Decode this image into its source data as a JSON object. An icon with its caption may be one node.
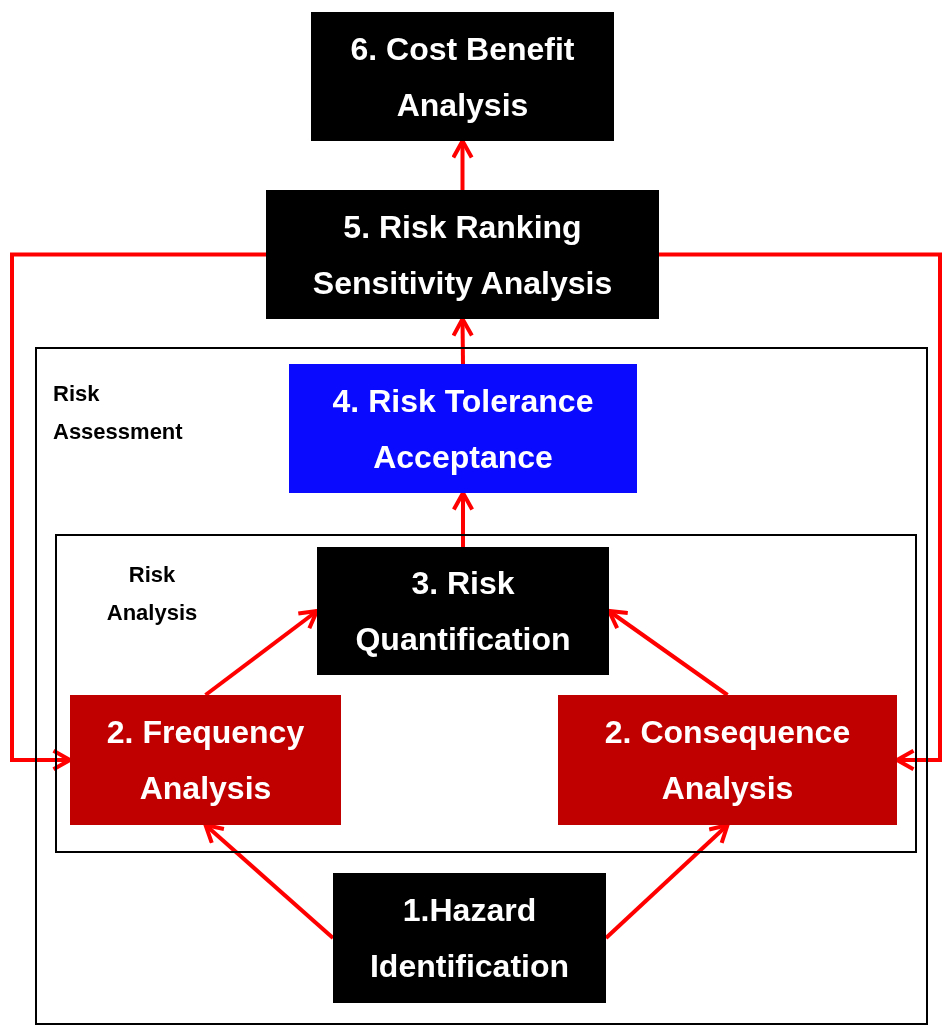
{
  "diagram": {
    "nodes": [
      {
        "text": [
          "6. Cost Benefit Analysis"
        ]
      },
      {
        "text": [
          "5. Risk Ranking Sensitivity Analysis"
        ]
      },
      {
        "text": [
          "Risk Assessment"
        ]
      },
      {
        "text": [
          "4. Risk Tolerance Acceptance"
        ],
        "in": 2
      },
      {
        "text": [
          "Risk Analysis"
        ],
        "in": 2
      },
      {
        "text": [
          "3. Risk Quantification"
        ],
        "in": 4
      },
      {
        "text": [
          "2. Frequency Analysis"
        ],
        "in": 4
      },
      {
        "text": [
          "2. Consequence Analysis"
        ],
        "in": 4
      },
      {
        "text": [
          "1.Hazard Identification"
        ],
        "in": 2
      }
    ],
    "edges": [
      {
        "from": 8,
        "to": 6,
        "arrow": "to"
      },
      {
        "from": 8,
        "to": 7,
        "arrow": "to"
      },
      {
        "from": 6,
        "to": 5,
        "arrow": "to"
      },
      {
        "from": 7,
        "to": 5,
        "arrow": "to"
      },
      {
        "from": 5,
        "to": 3,
        "arrow": "to"
      },
      {
        "from": 3,
        "to": 1,
        "arrow": "to"
      },
      {
        "from": 1,
        "to": 0,
        "arrow": "to"
      },
      {
        "from": 1,
        "to": 6,
        "arrow": "to"
      },
      {
        "from": 1,
        "to": 7,
        "arrow": "to"
      }
    ]
  }
}
